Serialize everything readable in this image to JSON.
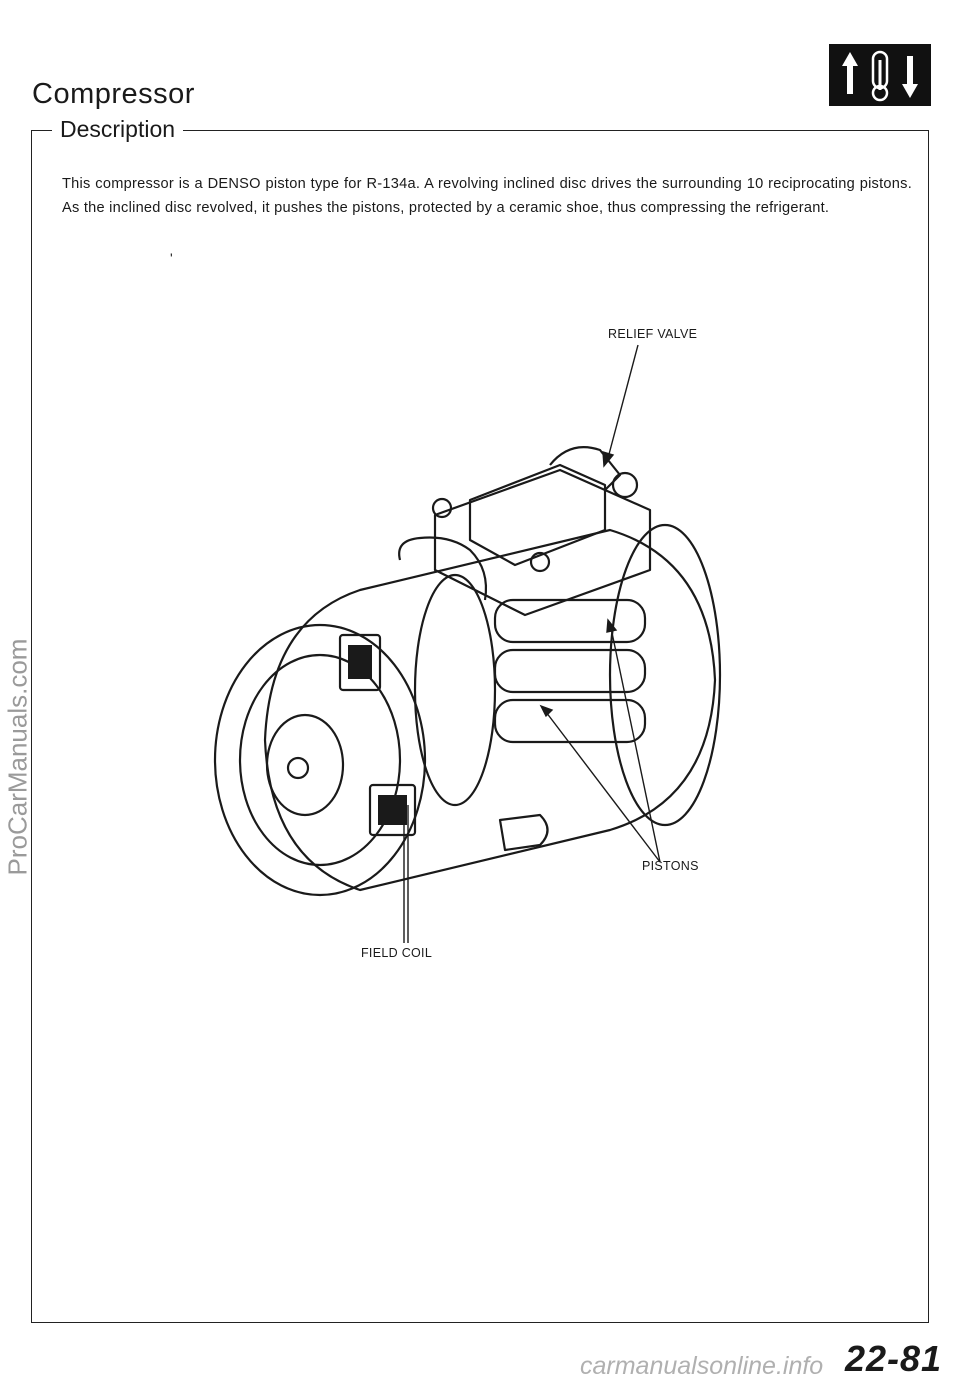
{
  "page": {
    "title": "Compressor",
    "section_label": "Description",
    "description_text": "This compressor is a DENSO piston type for R-134a. A revolving inclined disc drives the surrounding 10 reciprocating pistons. As the inclined disc revolved, it pushes the pistons, protected by a ceramic shoe, thus compressing the refrigerant.",
    "stray_mark": "'",
    "page_number": "22-81",
    "header_icon": "temperature-up-down-icon"
  },
  "callouts": {
    "relief_valve": "RELIEF VALVE",
    "pistons": "PISTONS",
    "field_coil": "FIELD COIL"
  },
  "watermarks": {
    "side": "ProCarManuals.com",
    "bottom": "carmanualsonline.info"
  },
  "colors": {
    "ink": "#1a1a1a",
    "watermark": "#9a9a9a"
  }
}
